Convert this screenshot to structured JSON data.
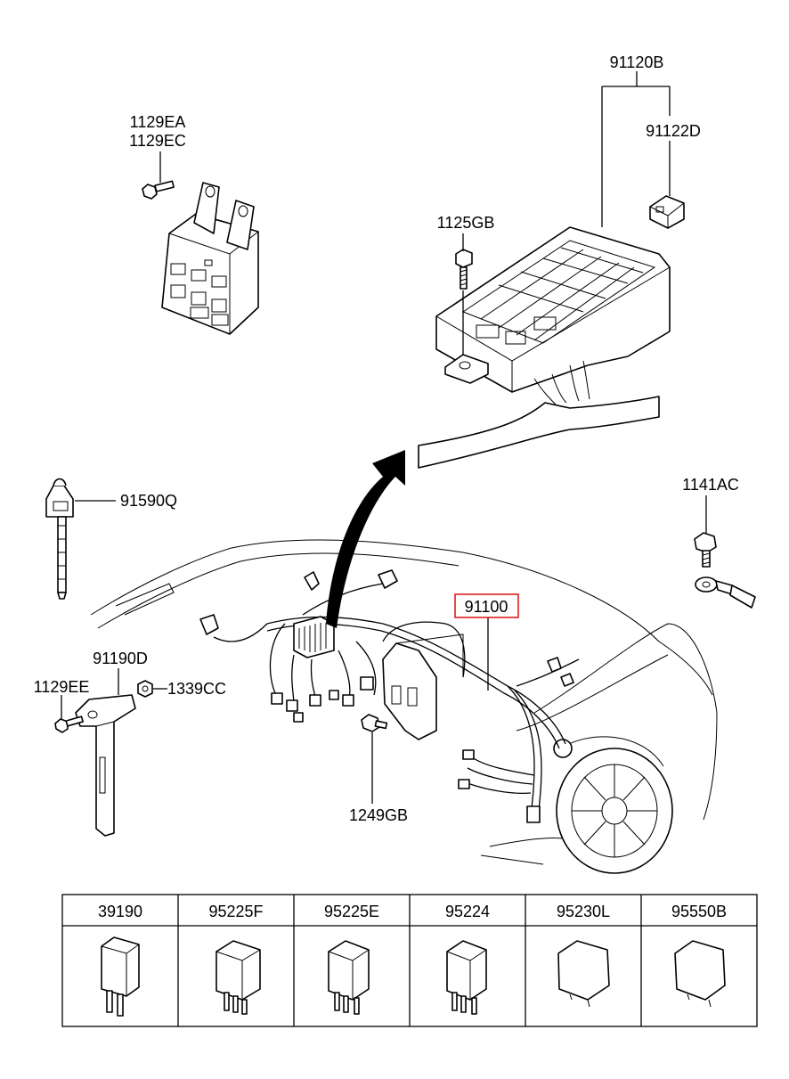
{
  "callouts": {
    "p91120B": "91120B",
    "p91122D": "91122D",
    "p1125GB": "1125GB",
    "p1129EA": "1129EA",
    "p1129EC": "1129EC",
    "p91590Q": "91590Q",
    "p1141AC": "1141AC",
    "p91100": "91100",
    "p91190D": "91190D",
    "p1129EE": "1129EE",
    "p1339CC": "1339CC",
    "p1249GB": "1249GB"
  },
  "highlight_color": "#e02020",
  "relay_table": {
    "columns": [
      "39190",
      "95225F",
      "95225E",
      "95224",
      "95230L",
      "95550B"
    ]
  }
}
